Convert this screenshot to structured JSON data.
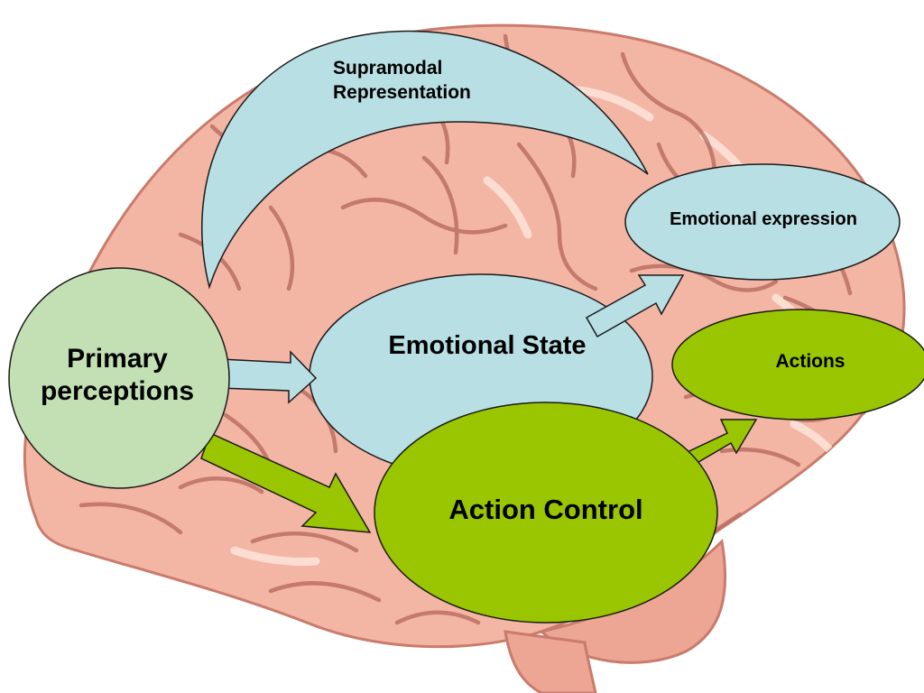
{
  "diagram": {
    "nodes": {
      "supramodal": {
        "line1": "Supramodal",
        "line2": "Representation"
      },
      "emotional_expression": {
        "label": "Emotional expression"
      },
      "primary_perceptions": {
        "line1": "Primary",
        "line2": "perceptions"
      },
      "emotional_state": {
        "label": "Emotional State"
      },
      "actions": {
        "label": "Actions"
      },
      "action_control": {
        "label": "Action Control"
      }
    },
    "edges": [
      {
        "from": "Primary perceptions",
        "to": "Emotional State"
      },
      {
        "from": "Primary perceptions",
        "to": "Action Control"
      },
      {
        "from": "Emotional State",
        "to": "Emotional expression"
      },
      {
        "from": "Action Control",
        "to": "Actions"
      },
      {
        "from": "Primary perceptions",
        "to": "Emotional expression",
        "via": "Supramodal Representation"
      }
    ]
  },
  "colors": {
    "brain_fill": "#f3b5a4",
    "brain_fold": "#b4675a",
    "brain_highlight": "#fde4da",
    "light_blue": "#b8dfe4",
    "light_green": "#c3e0b4",
    "bright_green": "#99c600",
    "outline": "#1a1a1a"
  }
}
